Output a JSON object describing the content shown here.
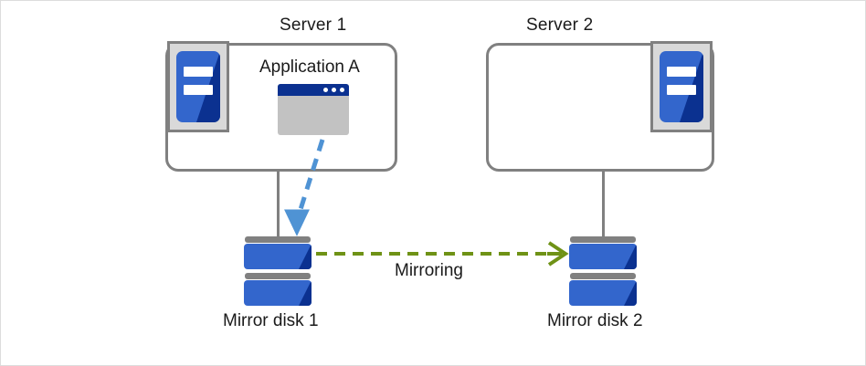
{
  "diagram": {
    "title_server1": "Server 1",
    "title_server2": "Server 2",
    "application_label": "Application  A",
    "disk1_label": "Mirror disk 1",
    "disk2_label": "Mirror disk 2",
    "mirroring_label": "Mirroring",
    "icons": {
      "server_machine": "server-machine-icon",
      "application_window": "application-window-icon",
      "mirror_disk": "mirror-disk-icon",
      "write_arrow": "dashed-arrow-icon",
      "mirroring_arrow": "dashed-arrow-icon"
    },
    "colors": {
      "box_border": "#808080",
      "icon_blue_light": "#3366cc",
      "icon_blue_dark": "#0b3190",
      "icon_frame_gray": "#d9d9d9",
      "app_body_gray": "#c2c2c2",
      "write_arrow_blue": "#4f93d4",
      "mirroring_arrow_green": "#6f9216",
      "text": "#1a1a1a",
      "page_border": "#dcdcdc",
      "background": "#ffffff"
    }
  }
}
